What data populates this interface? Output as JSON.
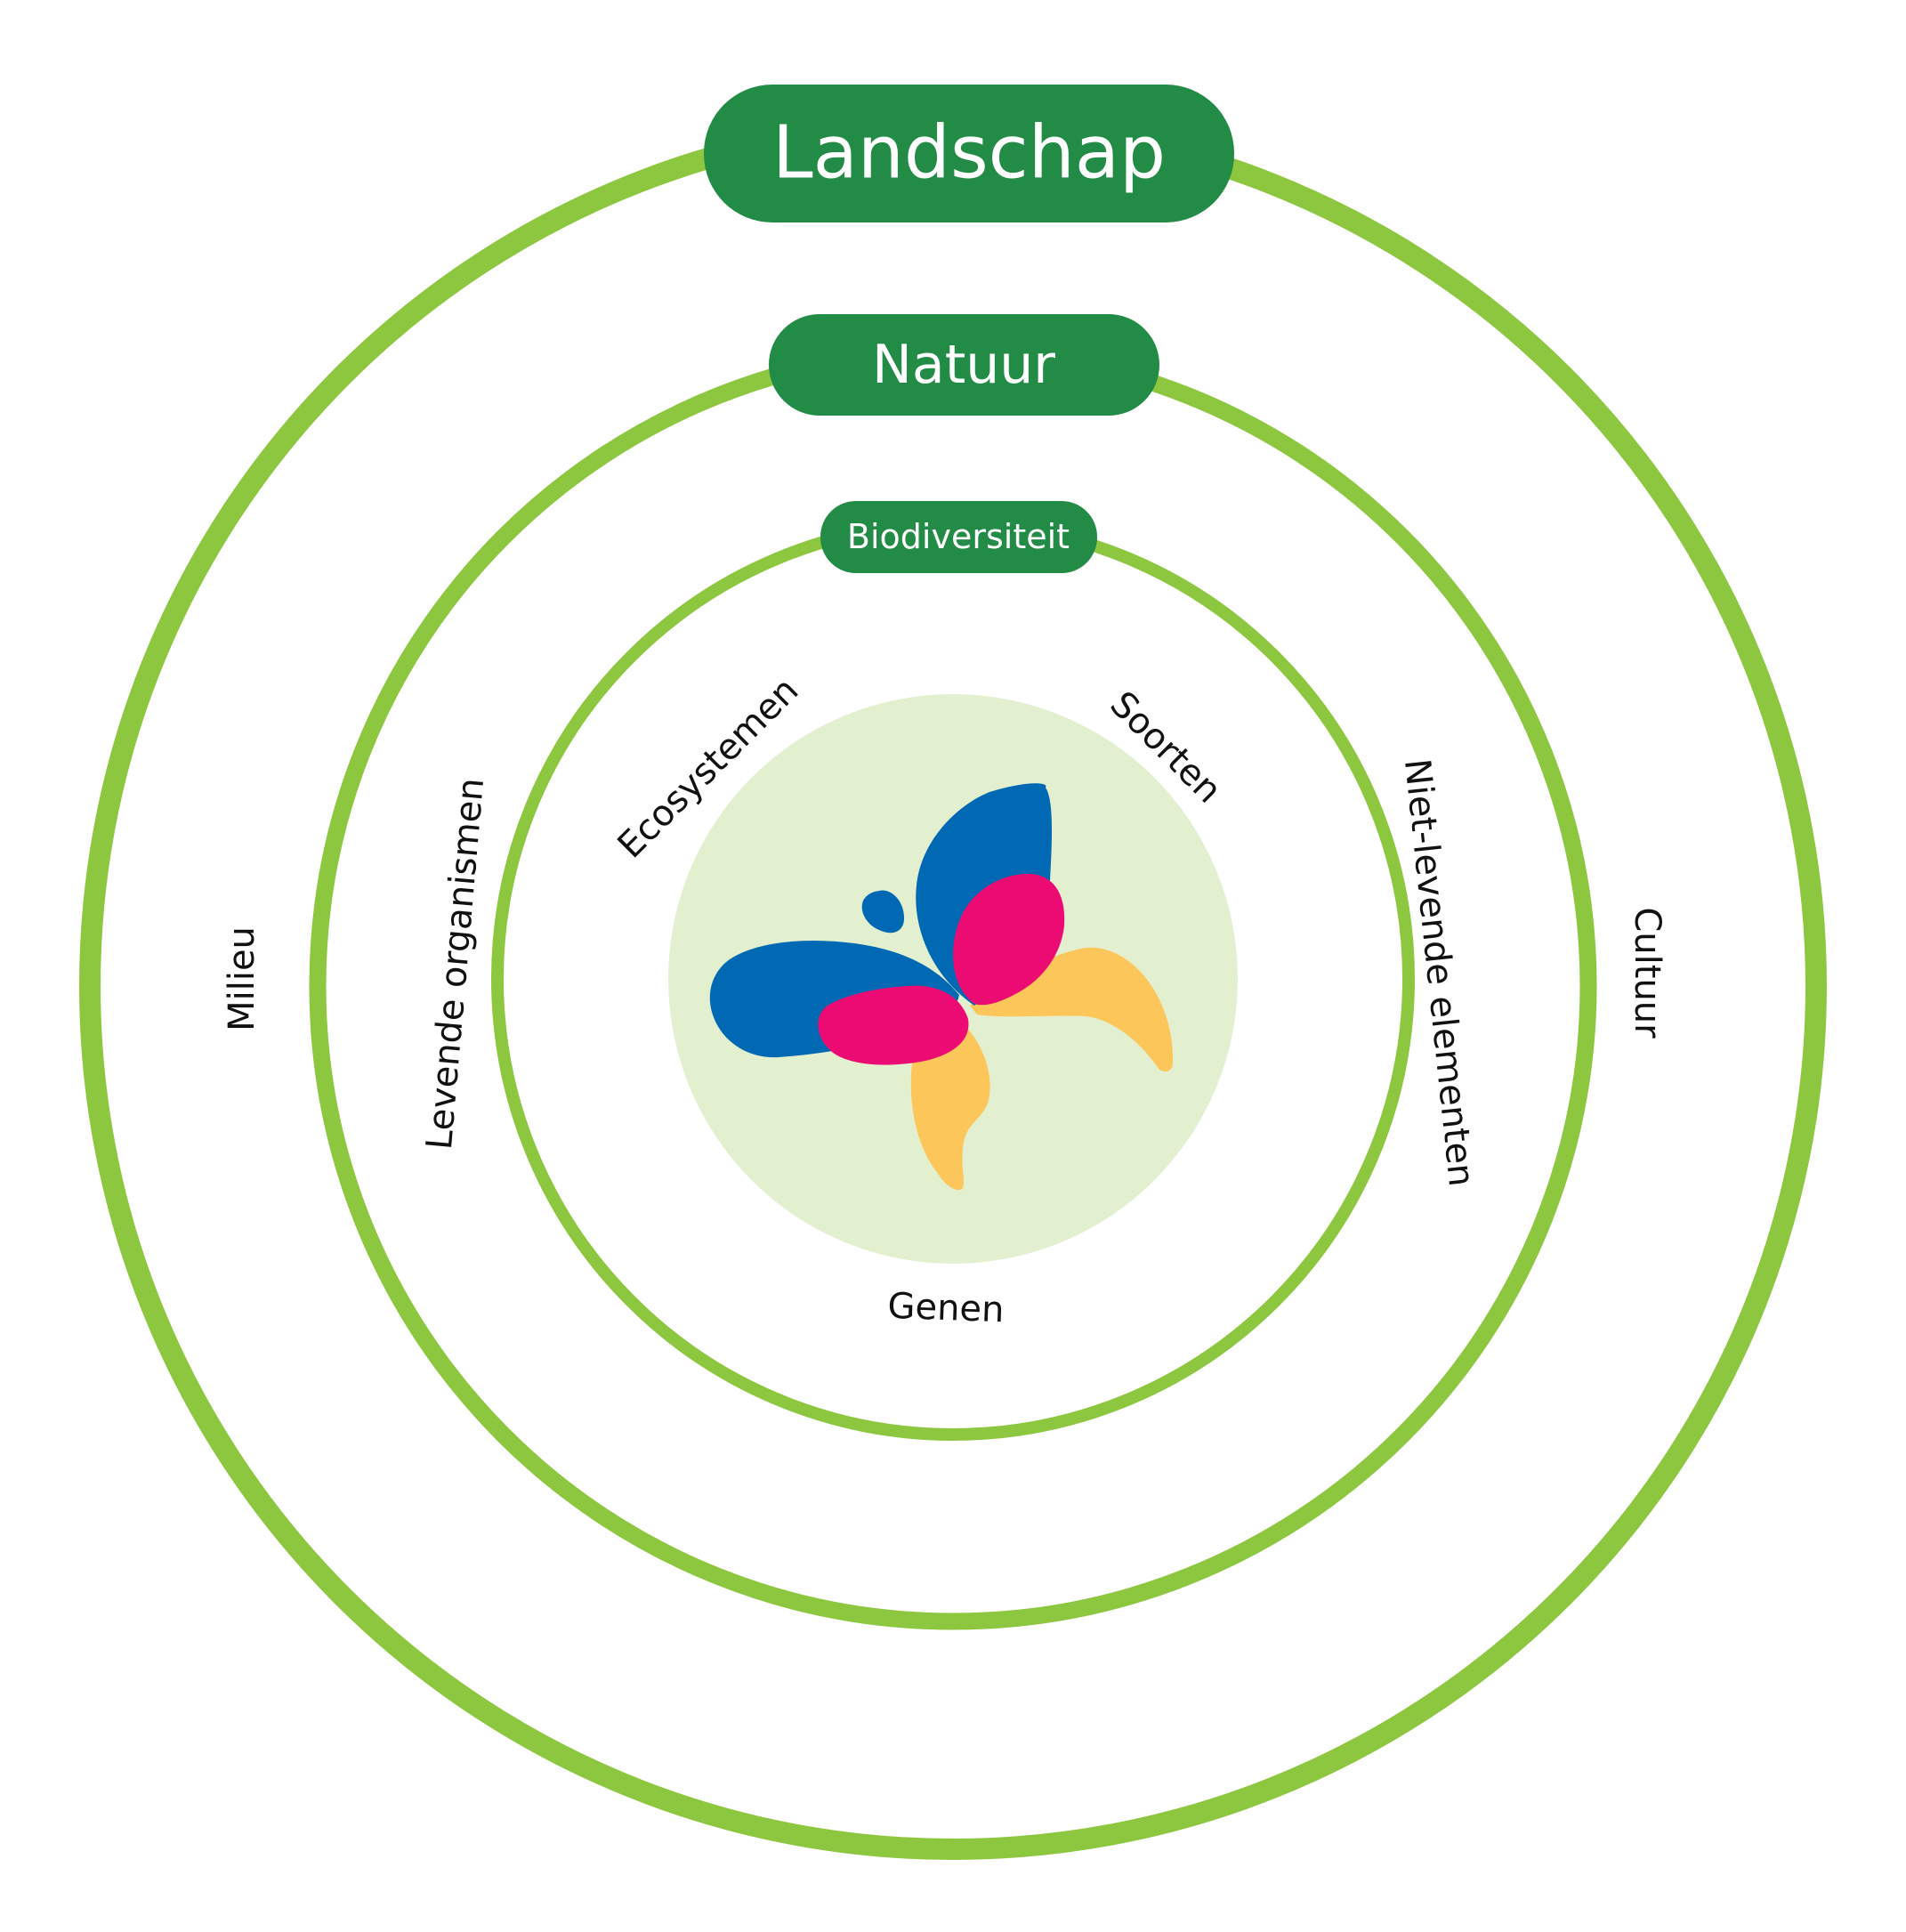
{
  "colors": {
    "ring": "#8dc63f",
    "badge": "#228b45",
    "badge_text": "#ffffff",
    "core_fill": "#e2f0d0",
    "label_text": "#111111",
    "butterfly_blue": "#0169b3",
    "butterfly_pink": "#ec0b73",
    "butterfly_yellow": "#fdc65b"
  },
  "rings": {
    "outer": {
      "badge": "Landschap",
      "left_label": "Milieu",
      "right_label": "Cultuur"
    },
    "middle": {
      "badge": "Natuur",
      "left_label": "Levende organismen",
      "right_label": "Niet-levende elementen"
    },
    "inner": {
      "badge": "Biodiversiteit",
      "top_left_label": "Ecosystemen",
      "top_right_label": "Soorten",
      "bottom_label": "Genen"
    }
  },
  "center_icon": "butterfly-logo"
}
